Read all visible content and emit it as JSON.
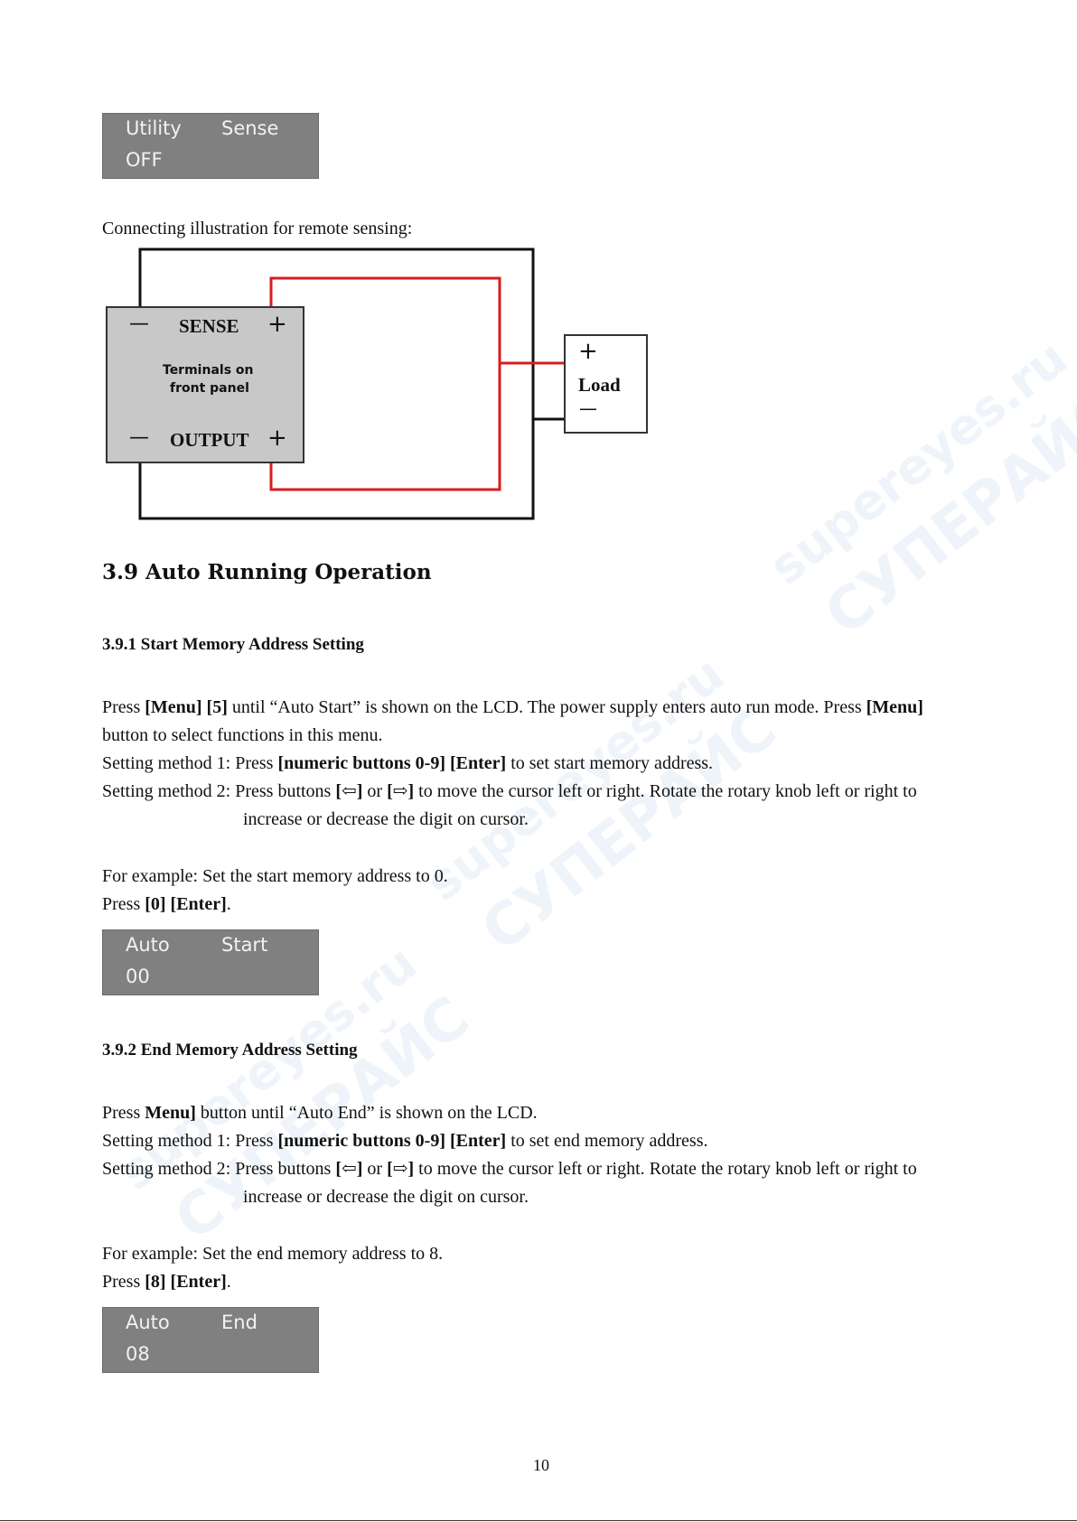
{
  "lcd_sense": {
    "line1_a": "Utility",
    "line1_b": "Sense",
    "line2": "OFF"
  },
  "caption": "Connecting illustration for remote sensing:",
  "diagram": {
    "sense_minus": "—",
    "sense_label": "SENSE",
    "sense_plus": "+",
    "terminals_line1": "Terminals on",
    "terminals_line2": "front panel",
    "output_minus": "—",
    "output_label": "OUTPUT",
    "output_plus": "+",
    "load_plus": "+",
    "load_label": "Load",
    "load_minus": "—"
  },
  "section_39": {
    "title": "3.9 Auto Running Operation"
  },
  "section_391": {
    "title": "3.9.1 Start Memory Address Setting",
    "p1_a": "Press ",
    "p1_b": "[Menu] [5]",
    "p1_c": " until “Auto Start” is shown on the LCD. The power supply enters auto run mode. Press ",
    "p1_d": "[Menu]",
    "p1_line2": "button to select functions in this menu.",
    "m1_a": "Setting method 1: Press ",
    "m1_b": "[numeric buttons 0-9] [Enter]",
    "m1_c": " to set start memory address.",
    "m2_a": "Setting method 2: Press buttons ",
    "m2_b": "[⇦]",
    "m2_c": " or ",
    "m2_d": "[⇨]",
    "m2_e": " to move the cursor left or right. Rotate the rotary knob left or right to",
    "m2_line2": "increase or decrease the digit on cursor.",
    "ex": "For example: Set the start memory address to 0.",
    "press_a": "Press ",
    "press_b": "[0] [Enter]",
    "press_c": ".",
    "lcd": {
      "line1_a": "Auto",
      "line1_b": "Start",
      "line2": "00"
    }
  },
  "section_392": {
    "title": "3.9.2 End Memory Address Setting",
    "p1_a": "Press ",
    "p1_b": "Menu]",
    "p1_c": " button until “Auto End” is shown on the LCD.",
    "m1_a": "Setting method 1: Press ",
    "m1_b": "[numeric buttons 0-9] [Enter]",
    "m1_c": " to set end memory address.",
    "m2_a": "Setting method 2: Press buttons ",
    "m2_b": "[⇦]",
    "m2_c": " or ",
    "m2_d": "[⇨]",
    "m2_e": " to move the cursor left or right. Rotate the rotary knob left or right to",
    "m2_line2": "increase or decrease the digit on cursor.",
    "ex": "For example: Set the end memory address to 8.",
    "press_a": "Press ",
    "press_b": "[8] [Enter]",
    "press_c": ".",
    "lcd": {
      "line1_a": "Auto",
      "line1_b": "End",
      "line2": "08"
    }
  },
  "page_number": "10",
  "watermarks": {
    "text_a": "supereyes.ru",
    "text_b": "СУПЕРАЙС"
  }
}
